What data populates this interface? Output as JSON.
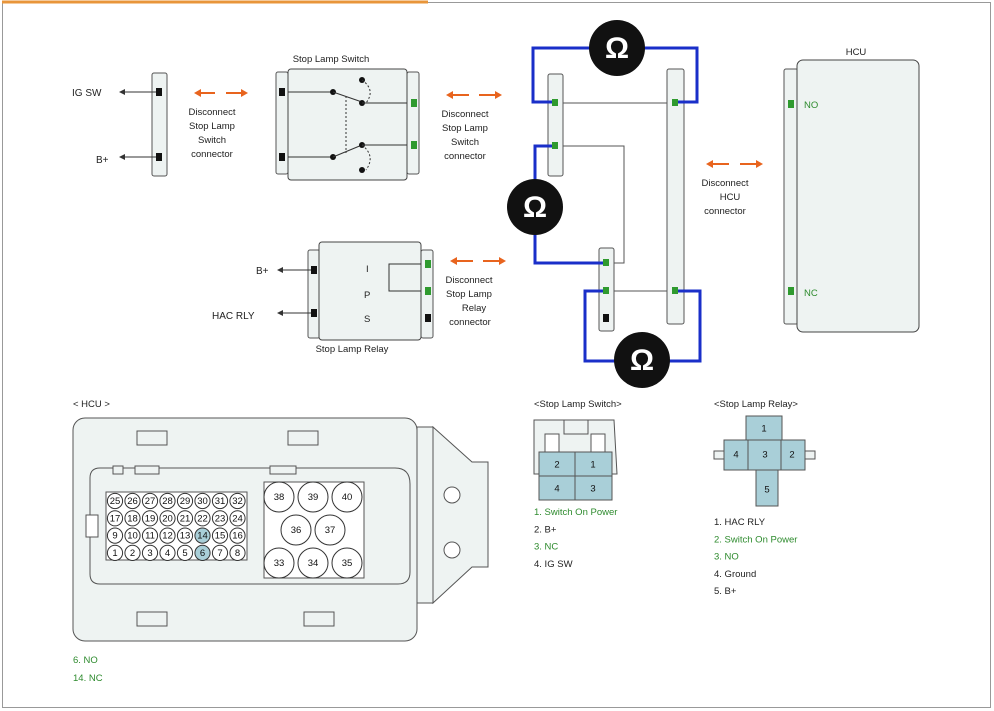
{
  "colors": {
    "frame_top_accent": "#e8953a",
    "probe_wire": "#1a2fc9",
    "connector_fill": "#eef3f2",
    "connector_stroke": "#555555",
    "arrow": "#e8641e",
    "pin_green": "#2f9a2f",
    "pin_black": "#111111",
    "highlight_pin": "#a9cfd8",
    "green_text": "#2e8b2e"
  },
  "icons": [
    "ohm-meter-icon",
    "disconnect-arrow-icon",
    "terminal-arrow-icon"
  ],
  "top": {
    "ig_connector": {
      "labels": [
        "IG SW",
        "B+"
      ],
      "note": [
        "Disconnect",
        "Stop Lamp",
        "Switch",
        "connector"
      ]
    },
    "stop_lamp_switch": {
      "title": "Stop Lamp Switch",
      "note": [
        "Disconnect",
        "Stop Lamp",
        "Switch",
        "connector"
      ]
    },
    "stop_lamp_relay": {
      "title": "Stop Lamp Relay",
      "left_labels": [
        "B+",
        "HAC RLY"
      ],
      "pin_labels": [
        "I",
        "P",
        "S"
      ],
      "note": [
        "Disconnect",
        "Stop Lamp",
        "Relay",
        "connector"
      ]
    },
    "hcu": {
      "title": "HCU",
      "terminals": [
        "NO",
        "NC"
      ],
      "note": [
        "Disconnect",
        "HCU",
        "connector"
      ]
    },
    "ohm_symbol": "Ω"
  },
  "bottom": {
    "hcu_connector": {
      "title": "< HCU   >",
      "small_pins_rows": [
        [
          "25",
          "26",
          "27",
          "28",
          "29",
          "30",
          "31",
          "32"
        ],
        [
          "17",
          "18",
          "19",
          "20",
          "21",
          "22",
          "23",
          "24"
        ],
        [
          "9",
          "10",
          "11",
          "12",
          "13",
          "14",
          "15",
          "16"
        ],
        [
          "1",
          "2",
          "3",
          "4",
          "5",
          "6",
          "7",
          "8"
        ]
      ],
      "highlighted_pins": [
        "14",
        "6"
      ],
      "large_pins": [
        "38",
        "39",
        "40",
        "36",
        "37",
        "33",
        "34",
        "35"
      ],
      "legend": [
        "6. NO",
        "14. NC"
      ]
    },
    "switch_connector": {
      "title": "<Stop Lamp Switch>",
      "pins": [
        "2",
        "1",
        "4",
        "3"
      ],
      "legend": [
        {
          "text": "1.   Switch On Power",
          "green": true
        },
        {
          "text": "2. B+",
          "green": false
        },
        {
          "text": "3. NC",
          "green": true
        },
        {
          "text": "4. IG SW",
          "green": false
        }
      ]
    },
    "relay_connector": {
      "title": "<Stop Lamp Relay>",
      "pins": [
        "1",
        "4",
        "3",
        "2",
        "5"
      ],
      "legend": [
        {
          "text": "1. HAC RLY",
          "green": false
        },
        {
          "text": "2.   Switch On Power",
          "green": true
        },
        {
          "text": "3. NO",
          "green": true
        },
        {
          "text": "4. Ground",
          "green": false
        },
        {
          "text": "5. B+",
          "green": false
        }
      ]
    }
  }
}
